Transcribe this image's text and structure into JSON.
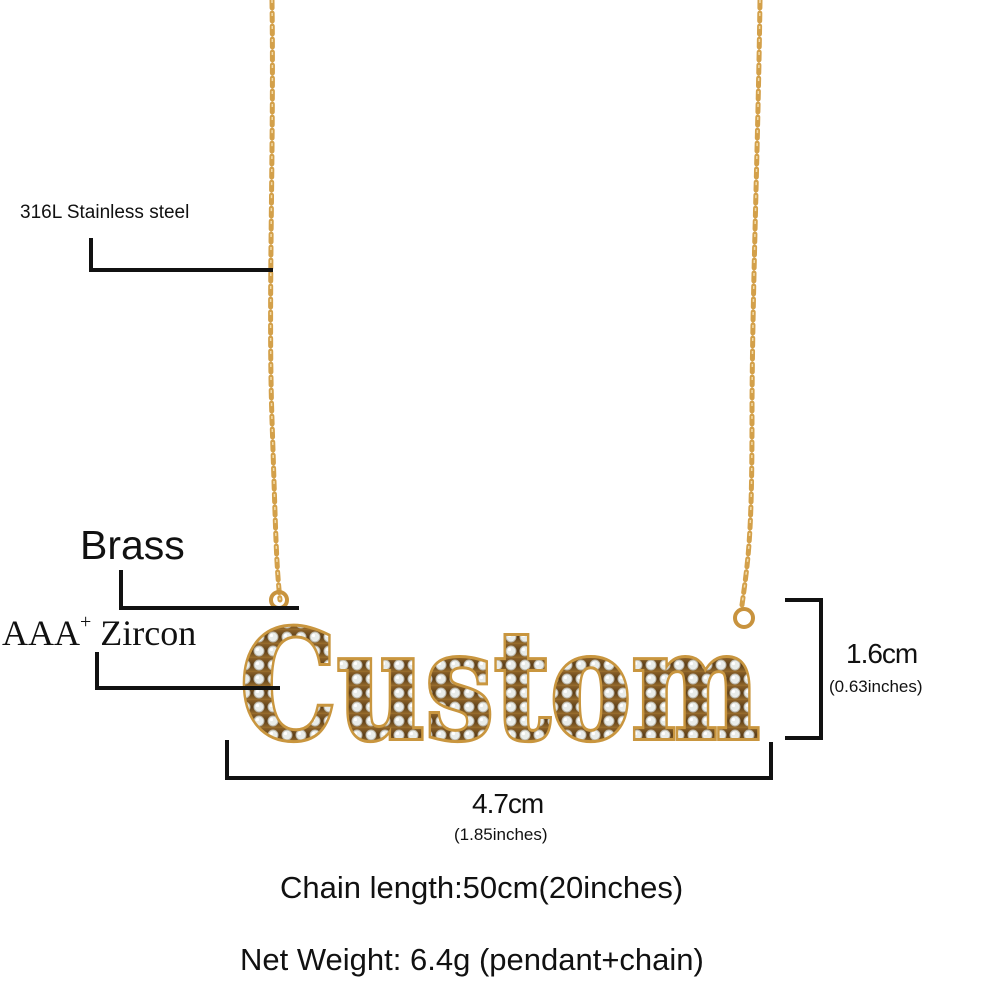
{
  "product": {
    "pendant_text": "Custom",
    "colors": {
      "gold": "#c9963f",
      "gold_light": "#e8c276",
      "gold_dark": "#7a5320",
      "stone": "#e9ece9",
      "line": "#111111",
      "background": "#ffffff"
    }
  },
  "callouts": {
    "chain_material": "316L Stainless  steel",
    "pendant_material": "Brass",
    "stone_prefix": "AAA",
    "stone_superscript": "+",
    "stone_name": "Zircon"
  },
  "dimensions": {
    "height_cm": "1.6cm",
    "height_in": "(0.63inches)",
    "width_cm": "4.7cm",
    "width_in": "(1.85inches)"
  },
  "specs": {
    "chain_length": "Chain length:50cm(20inches)",
    "net_weight": "Net Weight: 6.4g (pendant+chain)"
  }
}
